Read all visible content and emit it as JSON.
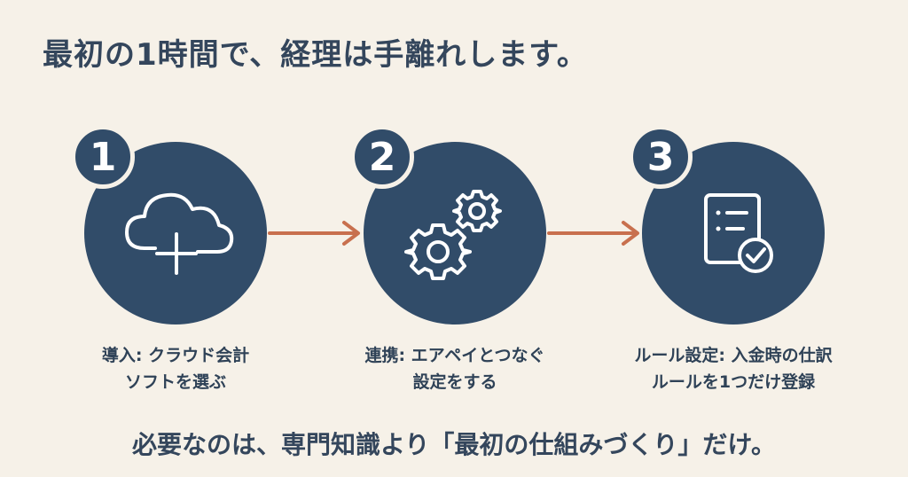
{
  "headline": "最初の1時間で、経理は手離れします。",
  "steps": [
    {
      "number": "1",
      "icon": "cloud-plus-icon",
      "label_line1": "導入: クラウド会計",
      "label_line2": "ソフトを選ぶ"
    },
    {
      "number": "2",
      "icon": "gears-icon",
      "label_line1": "連携: エアペイとつなぐ",
      "label_line2": "設定をする"
    },
    {
      "number": "3",
      "icon": "checklist-check-icon",
      "label_line1": "ルール設定: 入金時の仕訳",
      "label_line2": "ルールを1つだけ登録"
    }
  ],
  "footer": "必要なのは、専門知識より「最初の仕組みづくり」だけ。",
  "colors": {
    "background": "#f6f1e8",
    "circle": "#314c69",
    "arrow": "#c8704e",
    "text": "#2f4257"
  }
}
